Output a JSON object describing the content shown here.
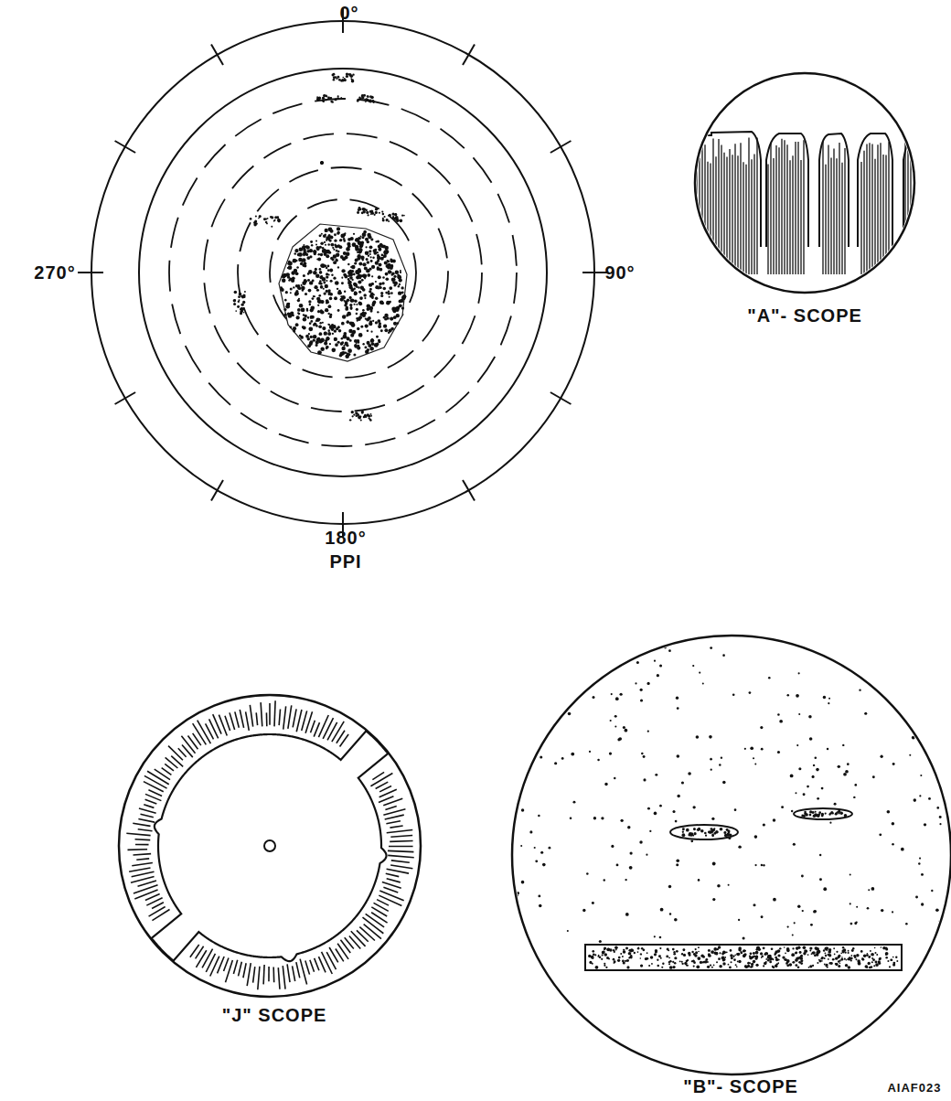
{
  "diagram": {
    "labels": [
      "0°",
      "90°",
      "180°",
      "270°",
      "PPI",
      "\"A\"- SCOPE",
      "\"J\" SCOPE",
      "\"B\"- SCOPE",
      "AIAF023"
    ]
  }
}
